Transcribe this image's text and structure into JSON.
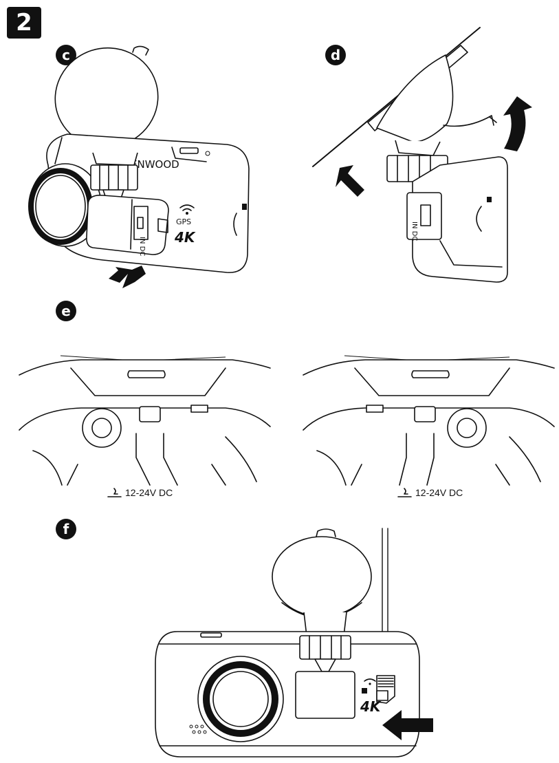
{
  "page_number": "2",
  "steps": {
    "c": "c",
    "d": "d",
    "e": "e",
    "f": "f"
  },
  "device": {
    "brand": "ENWOOD",
    "gps": "GPS",
    "resolution": "4K",
    "port": "IN DC"
  },
  "power": {
    "voltage": "12-24V DC"
  },
  "icons": [
    "wifi-icon",
    "sd-card-icon",
    "power-outlet-icon",
    "push-arrow-icon",
    "rotate-arrow-icon"
  ]
}
